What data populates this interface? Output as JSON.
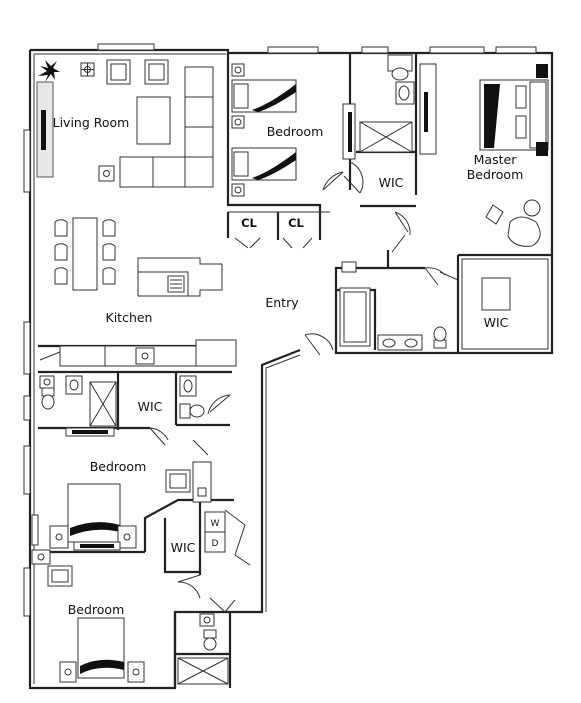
{
  "rooms": {
    "living_room": "Living Room",
    "bedroom_top": "Bedroom",
    "wic_top": "WIC",
    "master_line1": "Master",
    "master_line2": "Bedroom",
    "cl_left": "CL",
    "cl_right": "CL",
    "kitchen": "Kitchen",
    "entry": "Entry",
    "wic_master": "WIC",
    "wic_left_mid": "WIC",
    "bedroom_mid": "Bedroom",
    "wic_lower": "WIC",
    "bedroom_bottom": "Bedroom"
  },
  "laundry": {
    "washer": "W",
    "dryer": "D"
  }
}
